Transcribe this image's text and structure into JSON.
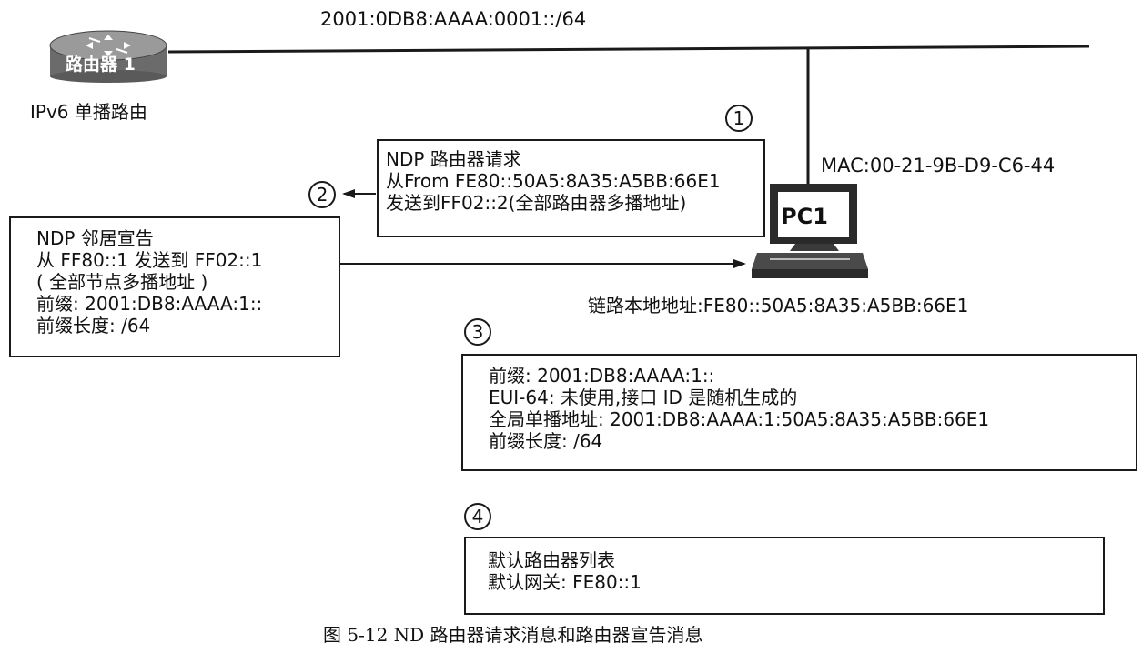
{
  "network": {
    "prefix_label": "2001:0DB8:AAAA:0001::/64"
  },
  "router": {
    "name": "路由器 1",
    "role_label": "IPv6 单播路由"
  },
  "pc": {
    "name": "PC1",
    "mac_label": "MAC:00-21-9B-D9-C6-44",
    "link_local_label": "链路本地地址:FE80::50A5:8A35:A5BB:66E1"
  },
  "steps": [
    {
      "number": "1",
      "lines": [
        "NDP 路由器请求",
        "从From FE80::50A5:8A35:A5BB:66E1",
        "发送到FF02::2(全部路由器多播地址)"
      ]
    },
    {
      "number": "2",
      "lines": [
        "NDP 邻居宣告",
        "从 FF80::1 发送到 FF02::1",
        "( 全部节点多播地址 )",
        "前缀: 2001:DB8:AAAA:1::",
        "前缀长度: /64"
      ]
    },
    {
      "number": "3",
      "lines": [
        "前缀: 2001:DB8:AAAA:1::",
        "EUI-64: 未使用,接口 ID 是随机生成的",
        "全局单播地址: 2001:DB8:AAAA:1:50A5:8A35:A5BB:66E1",
        "前缀长度: /64"
      ]
    },
    {
      "number": "4",
      "lines": [
        "默认路由器列表",
        "默认网关: FE80::1"
      ]
    }
  ],
  "caption": "图 5-12 ND 路由器请求消息和路由器宣告消息",
  "colors": {
    "line": "#1a1a1a",
    "router_body": "#6b6b6b",
    "router_top": "#9a9a9a",
    "monitor": "#2a2a2a"
  }
}
